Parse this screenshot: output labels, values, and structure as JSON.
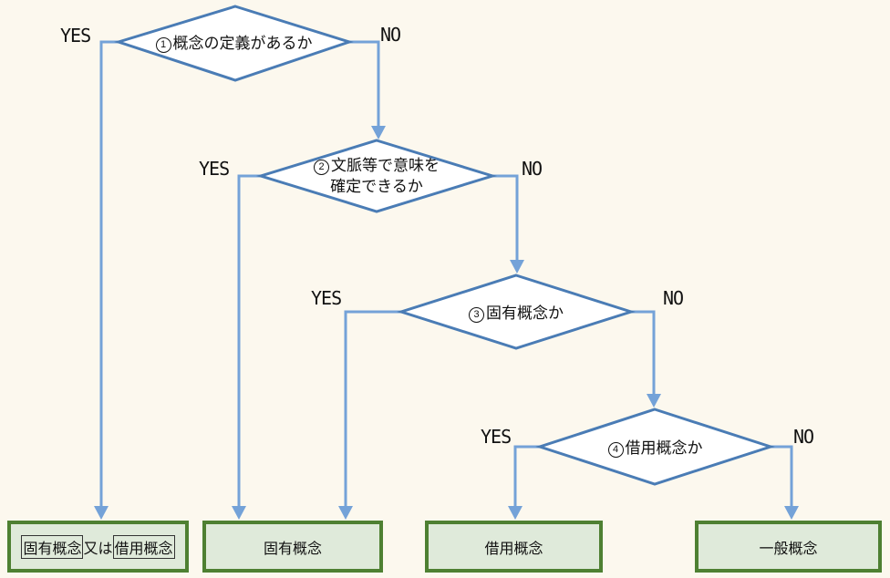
{
  "colors": {
    "background": "#fcf8ee",
    "diamond_border": "#4a7cb5",
    "diamond_fill": "#ffffff",
    "connector": "#74a2d8",
    "result_box_border": "#4e8032",
    "result_box_fill": "#dfeada",
    "text": "#111111"
  },
  "decisions": [
    {
      "num": "1",
      "label": "概念の定義があるか",
      "yes_label": "YES",
      "no_label": "NO"
    },
    {
      "num": "2",
      "label_line1": "文脈等で意味を",
      "label_line2": "確定できるか",
      "yes_label": "YES",
      "no_label": "NO"
    },
    {
      "num": "3",
      "label": "固有概念か",
      "yes_label": "YES",
      "no_label": "NO"
    },
    {
      "num": "4",
      "label": "借用概念か",
      "yes_label": "YES",
      "no_label": "NO"
    }
  ],
  "results": [
    {
      "part1": "固有概念",
      "part2": "又は",
      "part3": "借用概念"
    },
    {
      "label": "固有概念"
    },
    {
      "label": "借用概念"
    },
    {
      "label": "一般概念"
    }
  ]
}
